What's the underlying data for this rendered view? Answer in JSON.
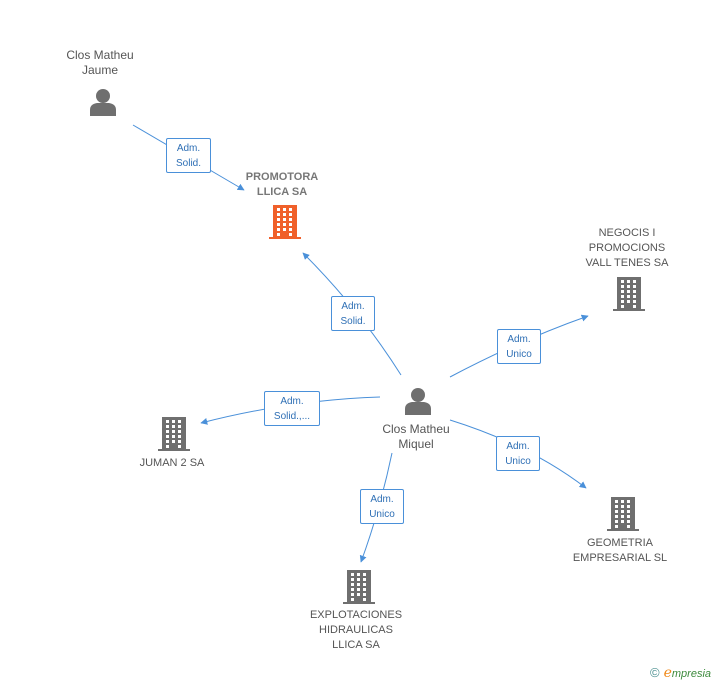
{
  "colors": {
    "edge": "#4a90d9",
    "person_icon": "#6f6f6f",
    "company_icon": "#6f6f6f",
    "main_company_icon": "#f0602a",
    "text": "#555555"
  },
  "nodes": {
    "jaume": {
      "type": "person",
      "lines": [
        "Clos Matheu",
        "Jaume"
      ],
      "icon": "person-icon"
    },
    "miquel": {
      "type": "person",
      "lines": [
        "Clos Matheu",
        "Miquel"
      ],
      "icon": "person-icon"
    },
    "promotora": {
      "type": "company",
      "main": true,
      "lines": [
        "PROMOTORA",
        "LLICA SA"
      ],
      "icon": "building-icon"
    },
    "negocis": {
      "type": "company",
      "lines": [
        "NEGOCIS I",
        "PROMOCIONS",
        "VALL TENES SA"
      ],
      "icon": "building-icon"
    },
    "juman": {
      "type": "company",
      "lines": [
        "JUMAN 2 SA"
      ],
      "icon": "building-icon"
    },
    "geometria": {
      "type": "company",
      "lines": [
        "GEOMETRIA",
        "EMPRESARIAL SL"
      ],
      "icon": "building-icon"
    },
    "explotaciones": {
      "type": "company",
      "lines": [
        "EXPLOTACIONES",
        "HIDRAULICAS",
        "LLICA SA"
      ],
      "icon": "building-icon"
    }
  },
  "edges": [
    {
      "from": "jaume",
      "to": "promotora",
      "lines": [
        "Adm.",
        "Solid."
      ]
    },
    {
      "from": "miquel",
      "to": "promotora",
      "lines": [
        "Adm.",
        "Solid."
      ]
    },
    {
      "from": "miquel",
      "to": "negocis",
      "lines": [
        "Adm.",
        "Unico"
      ]
    },
    {
      "from": "miquel",
      "to": "juman",
      "lines": [
        "Adm.",
        "Solid.,..."
      ]
    },
    {
      "from": "miquel",
      "to": "geometria",
      "lines": [
        "Adm.",
        "Unico"
      ]
    },
    {
      "from": "miquel",
      "to": "explotaciones",
      "lines": [
        "Adm.",
        "Unico"
      ]
    }
  ],
  "brand": {
    "copyright": "©",
    "initial": "e",
    "rest": "mpresia"
  }
}
